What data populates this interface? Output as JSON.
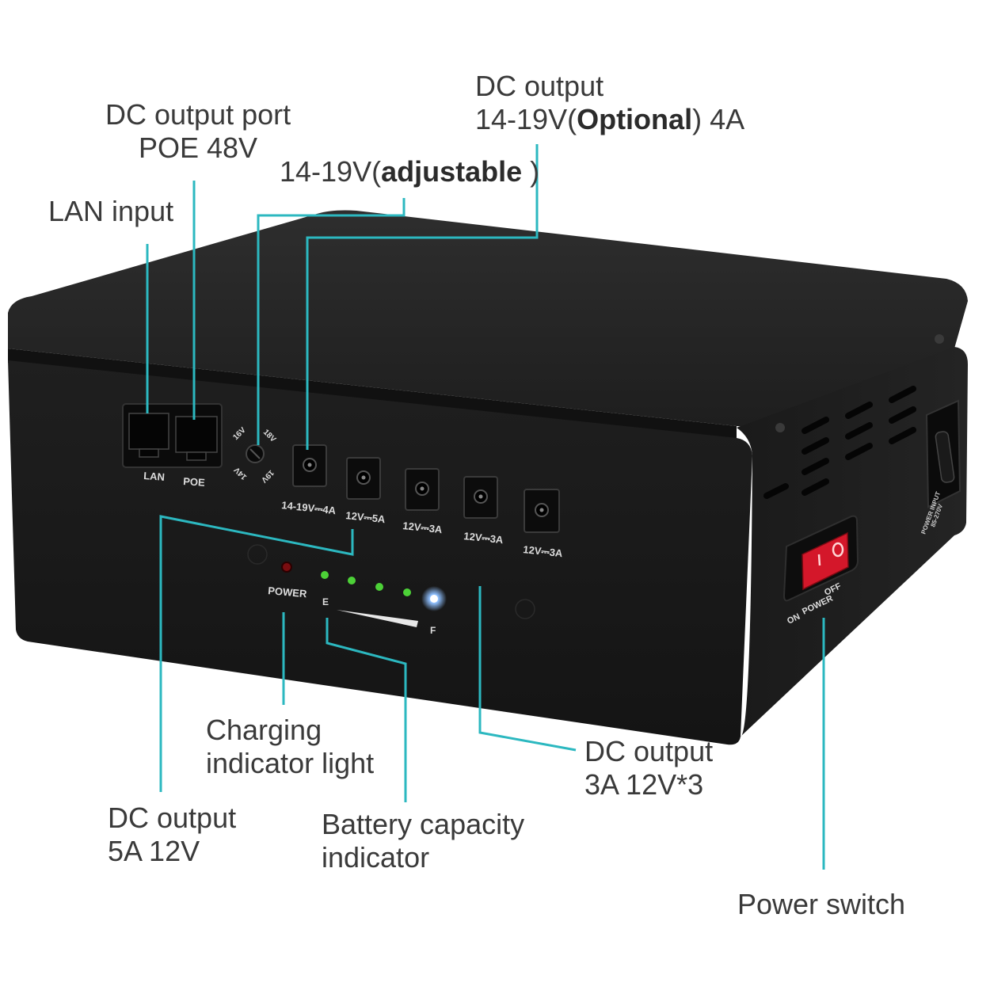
{
  "callouts": {
    "dc_top_1": "DC output",
    "dc_top_2_pre": "14-19V(",
    "dc_top_2_bold": "Optional",
    "dc_top_2_post": ") 4A",
    "poe_1": "DC output port",
    "poe_2": "POE 48V",
    "adjust_pre": "14-19V(",
    "adjust_bold": "adjustable",
    "adjust_post": " )",
    "lan": "LAN input",
    "charging_1": "Charging",
    "charging_2": "indicator light",
    "dc5a_1": "DC output",
    "dc5a_2": "5A 12V",
    "battery_1": "Battery capacity",
    "battery_2": "indicator",
    "dc3a_1": "DC output",
    "dc3a_2": "3A 12V*3",
    "power_switch": "Power switch"
  },
  "device": {
    "port_lan": "LAN",
    "port_poe": "POE",
    "knob_16v": "16V",
    "knob_18v": "18V",
    "knob_14v": "14V",
    "knob_19v": "19V",
    "dc_port_1": "14-19V⎓4A",
    "dc_port_2": "12V⎓5A",
    "dc_port_3": "12V⎓3A",
    "dc_port_4": "12V⎓3A",
    "dc_port_5": "12V⎓3A",
    "power_led": "POWER",
    "gauge_e": "E",
    "gauge_f": "F",
    "switch_on": "ON",
    "switch_power": "POWER",
    "switch_off": "OFF",
    "power_input_1": "POWER INPUT",
    "power_input_2": "85-270V"
  },
  "colors": {
    "leader": "#2cb8c0",
    "body": "#1c1c1c",
    "top": "#262626",
    "switch_red": "#d4172a",
    "led_green": "#4cd137",
    "led_red": "#7a0d10",
    "led_blue": "#5aa0ff"
  }
}
